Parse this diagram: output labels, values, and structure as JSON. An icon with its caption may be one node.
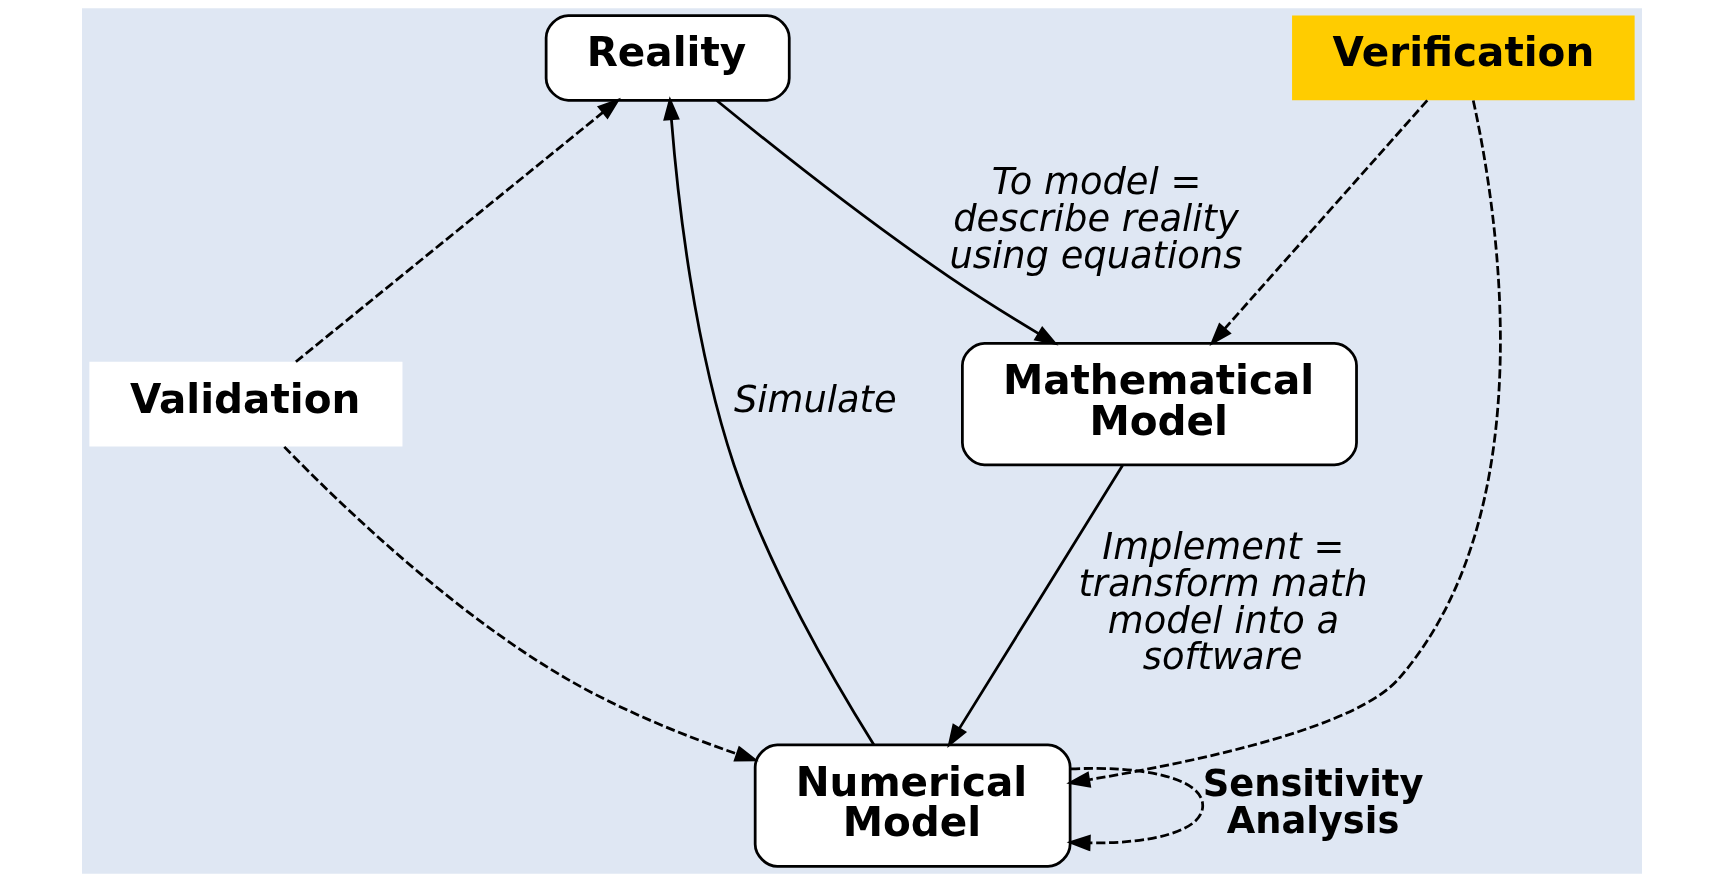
{
  "diagram": {
    "nodes": [
      {
        "text": [
          "Reality"
        ]
      },
      {
        "text": [
          "Mathematical Model"
        ]
      },
      {
        "text": [
          "Numerical Model"
        ]
      },
      {
        "text": [
          "Validation"
        ]
      },
      {
        "text": [
          "Verification"
        ]
      }
    ],
    "edges": [
      {
        "from": 0,
        "to": 1,
        "arrow": "to",
        "label": "To model = describe reality using equations"
      },
      {
        "from": 1,
        "to": 2,
        "arrow": "to",
        "label": "Implement = transform math model into a software"
      },
      {
        "from": 2,
        "to": 0,
        "arrow": "to",
        "label": "Simulate"
      },
      {
        "from": 3,
        "to": 0,
        "arrow": "to",
        "style": "dashed"
      },
      {
        "from": 3,
        "to": 2,
        "arrow": "to",
        "style": "dashed"
      },
      {
        "from": 4,
        "to": 1,
        "arrow": "to",
        "style": "dashed"
      },
      {
        "from": 4,
        "to": 2,
        "arrow": "to",
        "style": "dashed"
      },
      {
        "from": 2,
        "to": 2,
        "arrow": "to",
        "style": "dashed",
        "label": "Sensitivity Analysis"
      }
    ]
  }
}
